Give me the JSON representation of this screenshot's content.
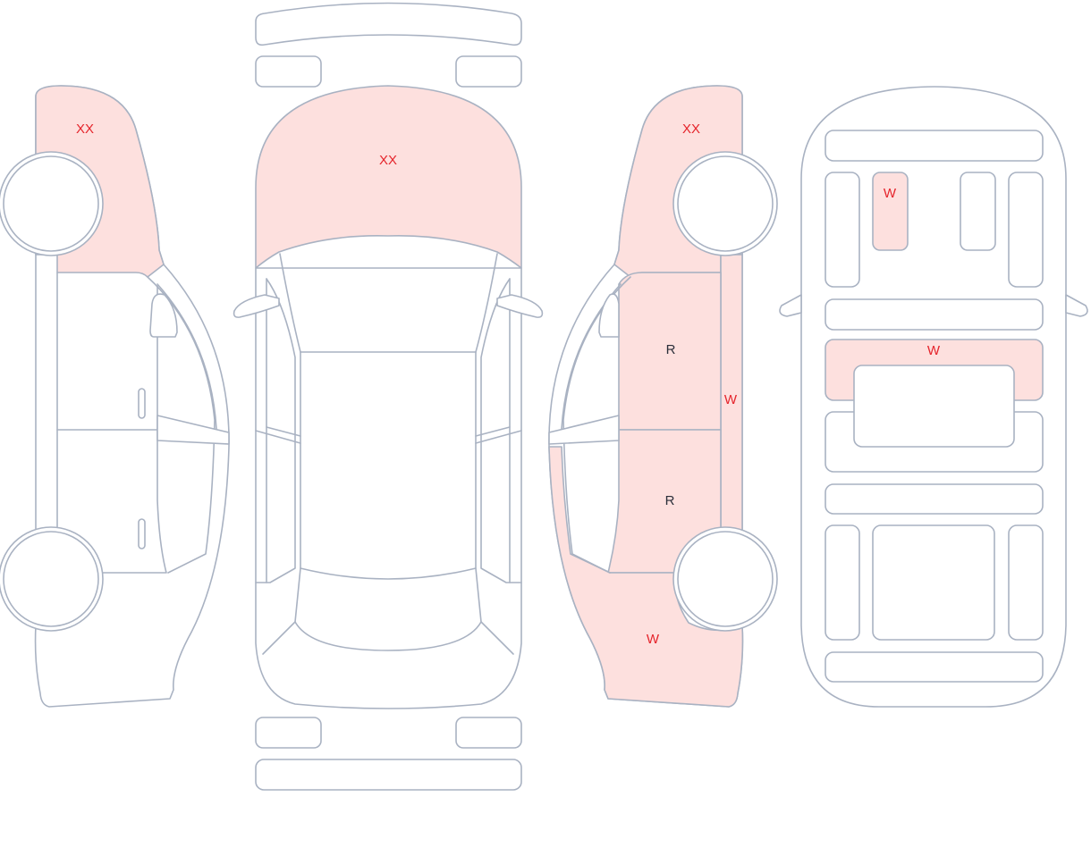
{
  "colors": {
    "outline": "#a9b2c2",
    "marked_fill": "#fde0de",
    "code_red": "#e5242b",
    "code_dark": "#2b2f3a"
  },
  "marks": {
    "left_front_fender": "XX",
    "hood": "XX",
    "right_front_fender": "XX",
    "right_front_door": "R",
    "right_rear_door": "R",
    "right_rocker": "W",
    "right_rear_quarter": "W",
    "underbody_panel": "W",
    "underbody_crossmember": "W"
  }
}
